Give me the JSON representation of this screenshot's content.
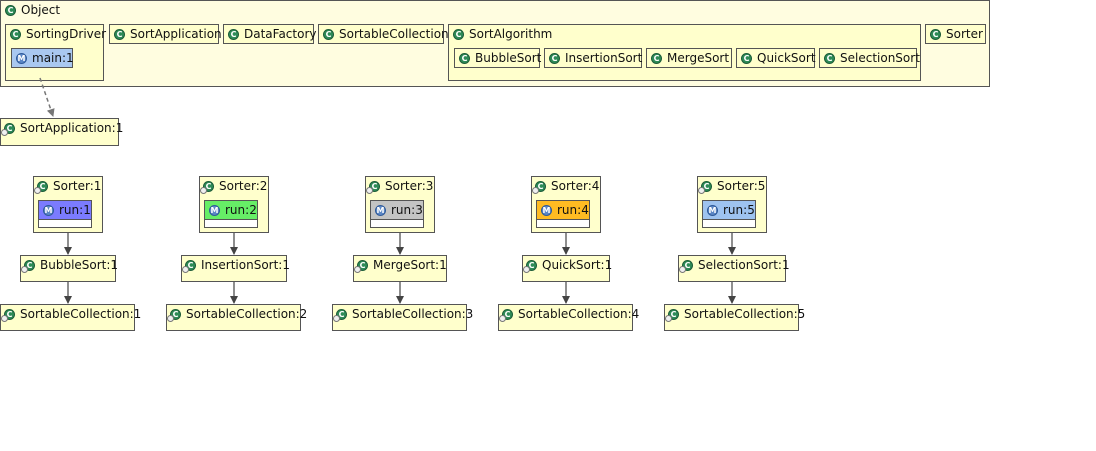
{
  "classes": {
    "object": "Object",
    "sorting_driver": "SortingDriver",
    "main_method": "main:1",
    "sort_application": "SortApplication",
    "data_factory": "DataFactory",
    "sortable_collection": "SortableCollection",
    "sort_algorithm": "SortAlgorithm",
    "bubble_sort": "BubbleSort",
    "insertion_sort": "InsertionSort",
    "merge_sort": "MergeSort",
    "quick_sort": "QuickSort",
    "selection_sort": "SelectionSort",
    "sorter": "Sorter"
  },
  "sort_application_instance": "SortApplication:1",
  "chains": [
    {
      "sorter": "Sorter:1",
      "method": "run:1",
      "method_color": "#7b7bff",
      "algorithm": "BubbleSort:1",
      "collection": "SortableCollection:1"
    },
    {
      "sorter": "Sorter:2",
      "method": "run:2",
      "method_color": "#66ee66",
      "algorithm": "InsertionSort:1",
      "collection": "SortableCollection:2"
    },
    {
      "sorter": "Sorter:3",
      "method": "run:3",
      "method_color": "#c4c4c4",
      "algorithm": "MergeSort:1",
      "collection": "SortableCollection:3"
    },
    {
      "sorter": "Sorter:4",
      "method": "run:4",
      "method_color": "#ffbb22",
      "algorithm": "QuickSort:1",
      "collection": "SortableCollection:4"
    },
    {
      "sorter": "Sorter:5",
      "method": "run:5",
      "method_color": "#9ec3f0",
      "algorithm": "SelectionSort:1",
      "collection": "SortableCollection:5"
    }
  ],
  "colors": {
    "box_fill": "#ffffcc",
    "class_icon": "#2e8b57",
    "method_icon": "#5b86c5",
    "main_method_fill": "#a9c8f0"
  }
}
